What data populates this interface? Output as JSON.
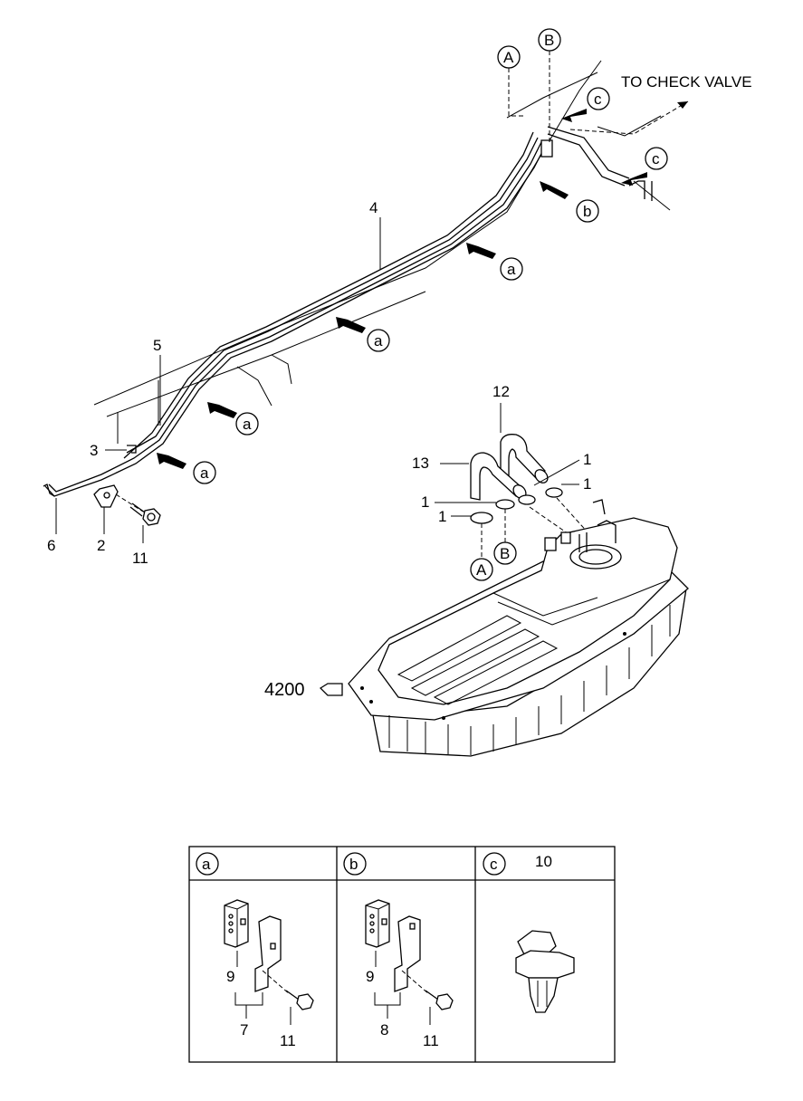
{
  "diagram": {
    "note": "TO  CHECK VALVE",
    "ref_code": "4200",
    "part_labels": {
      "p1a": "1",
      "p1b": "1",
      "p1c": "1",
      "p1d": "1",
      "p2": "2",
      "p3": "3",
      "p4": "4",
      "p5": "5",
      "p6": "6",
      "p11": "11",
      "p12": "12",
      "p13": "13"
    },
    "callouts": {
      "A_top": "A",
      "B_top": "B",
      "A_bot": "A",
      "B_bot": "B",
      "c1": "c",
      "c2": "c",
      "b1": "b",
      "a1": "a",
      "a2": "a",
      "a3": "a",
      "a4": "a"
    }
  },
  "legend": {
    "cells": [
      {
        "key": "a",
        "parts": [
          "9",
          "7",
          "11"
        ]
      },
      {
        "key": "b",
        "parts": [
          "9",
          "8",
          "11"
        ]
      },
      {
        "key": "c",
        "title_part": "10"
      }
    ]
  }
}
